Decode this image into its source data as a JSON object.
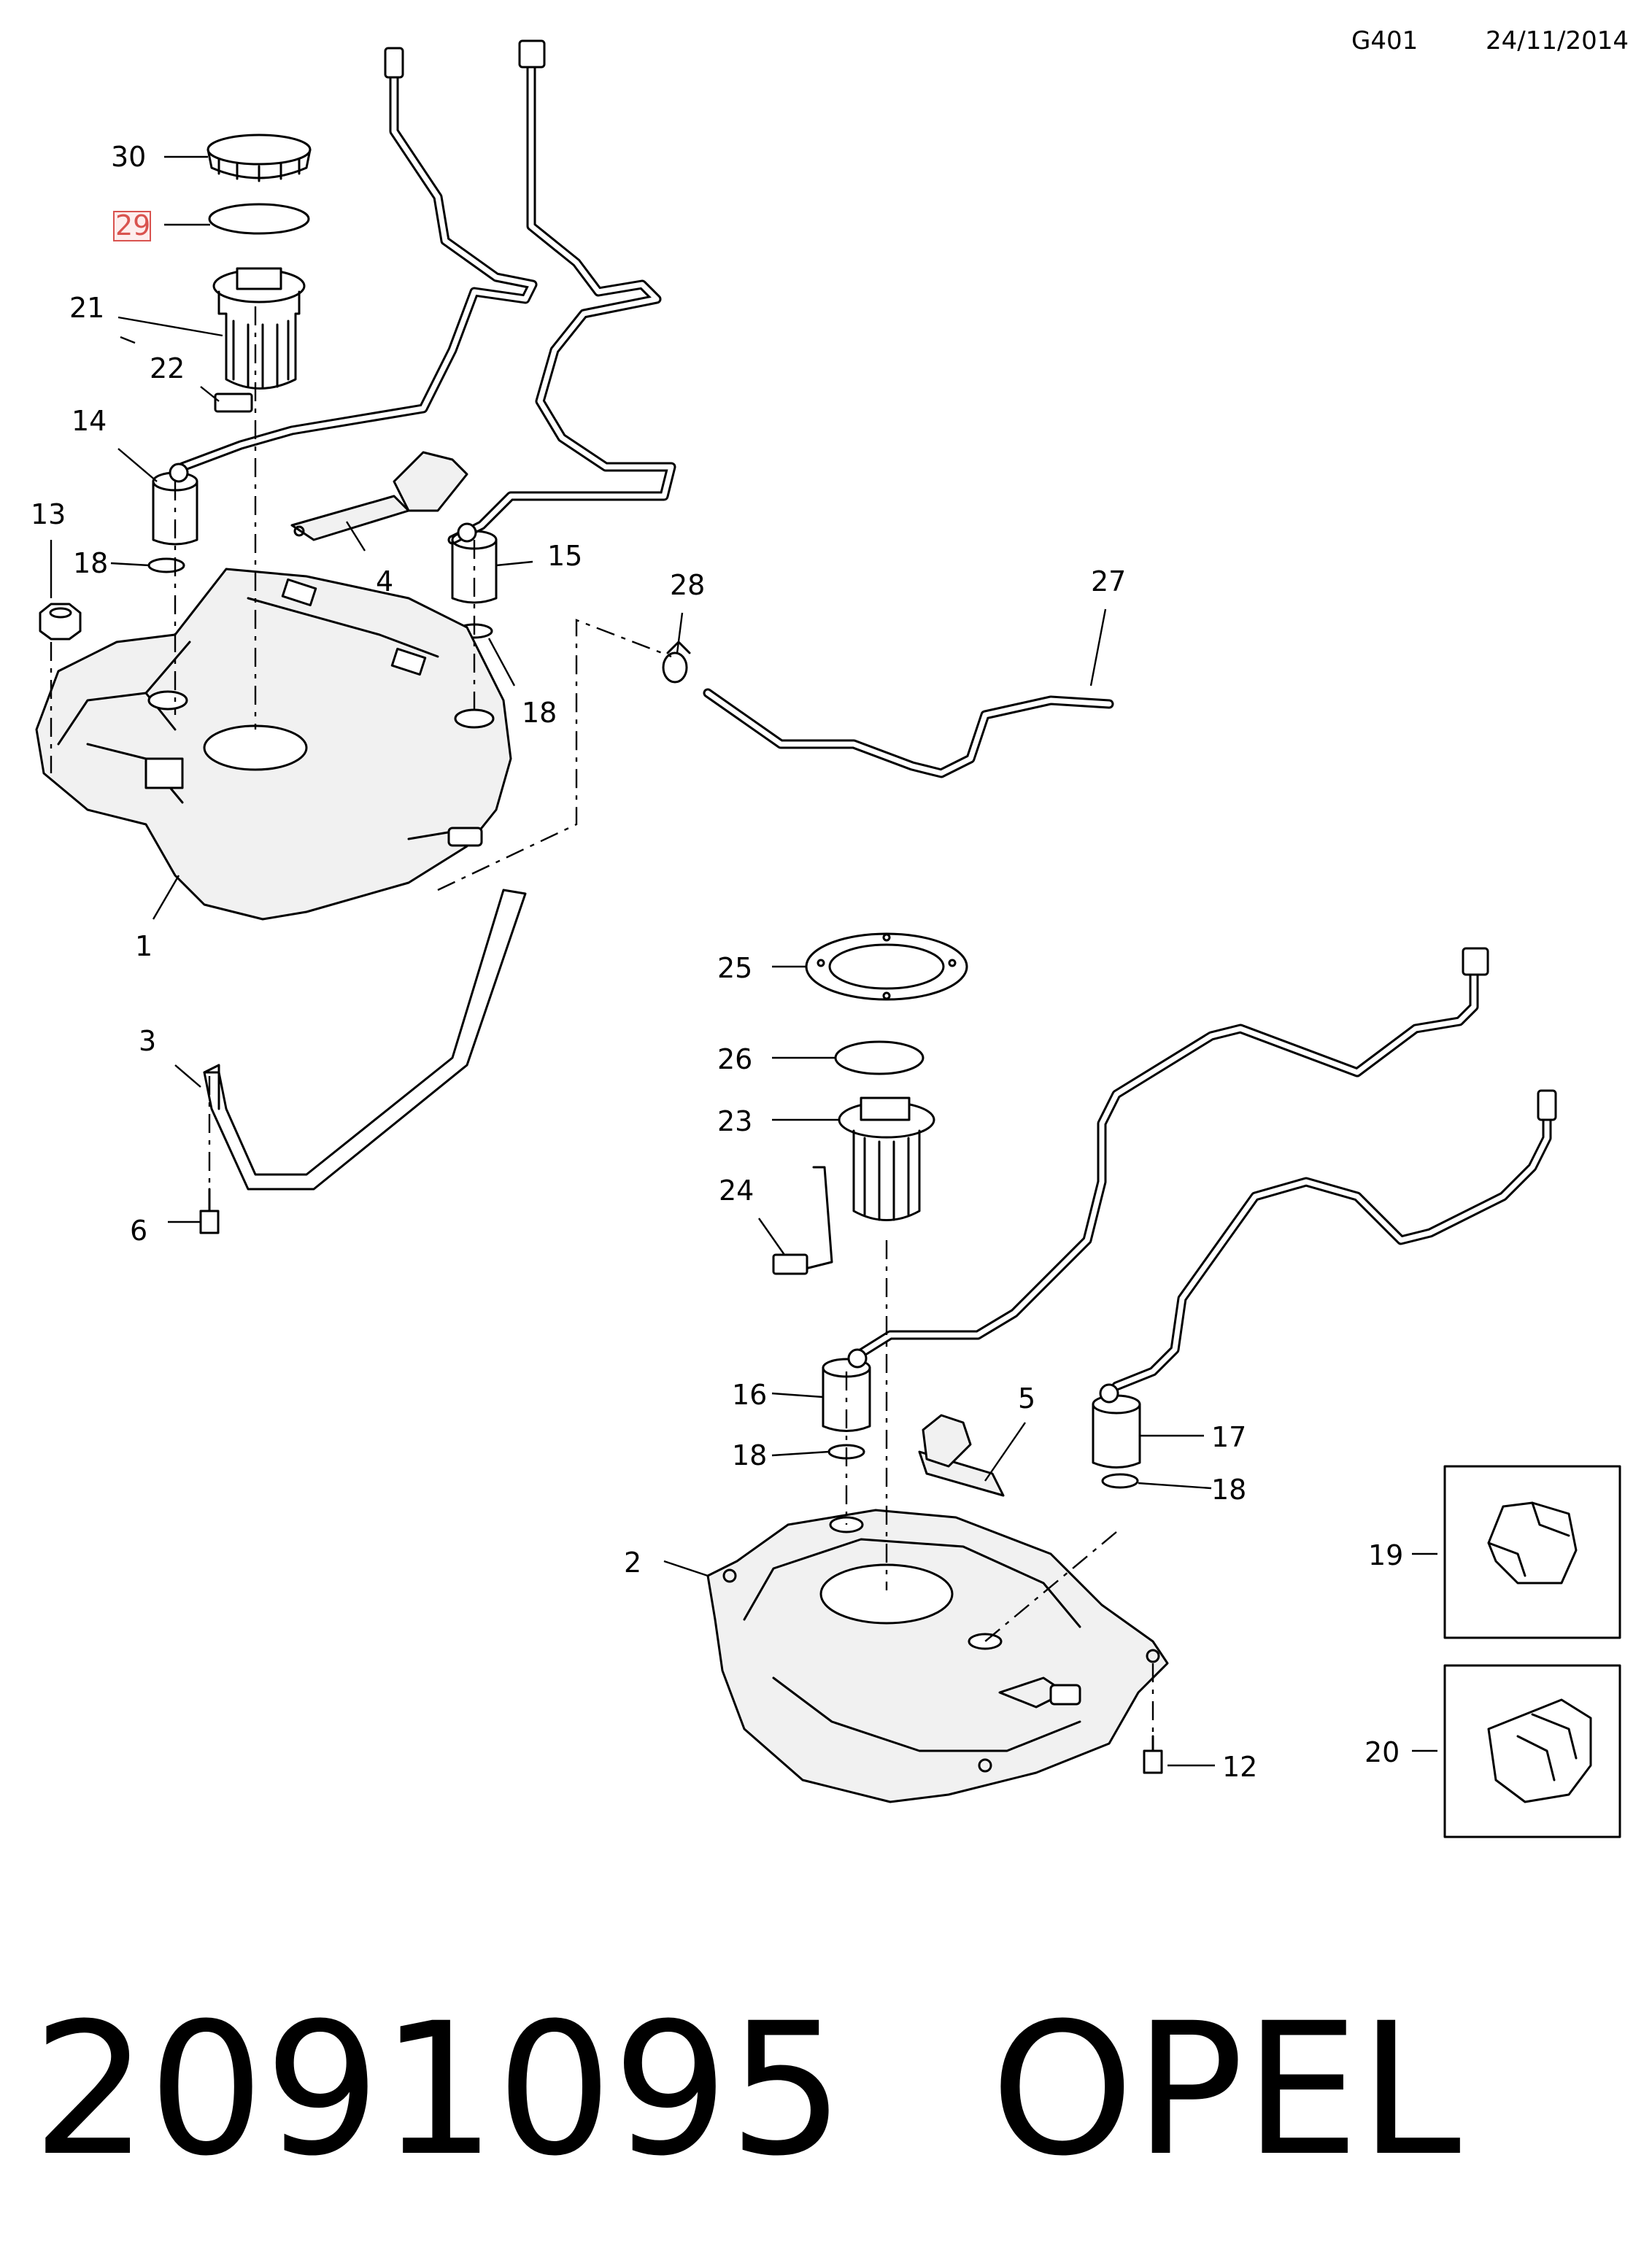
{
  "header": {
    "code": "G401",
    "date": "24/11/2014"
  },
  "callouts": [
    "30",
    "29",
    "21",
    "22",
    "14",
    "13",
    "18",
    "4",
    "15",
    "18",
    "28",
    "27",
    "1",
    "3",
    "6",
    "25",
    "26",
    "23",
    "24",
    "16",
    "5",
    "17",
    "18",
    "18",
    "19",
    "2",
    "12",
    "20"
  ],
  "highlight_callout": "29",
  "highlight_color": "#d9534f",
  "footer": {
    "part_number": "2091095",
    "brand": "OPEL"
  }
}
